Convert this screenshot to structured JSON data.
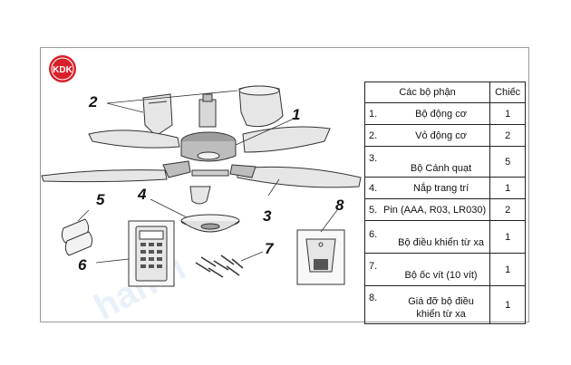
{
  "logo": {
    "text": "KDK"
  },
  "callouts": [
    "1",
    "2",
    "3",
    "4",
    "5",
    "6",
    "7",
    "8"
  ],
  "table": {
    "header_part": "Các bộ phận",
    "header_qty": "Chiếc",
    "rows": [
      {
        "num": "1.",
        "name": "Bộ động cơ",
        "qty": "1"
      },
      {
        "num": "2.",
        "name": "Vỏ động cơ",
        "qty": "2"
      },
      {
        "num": "3.",
        "name": "Bộ Cánh quạt",
        "qty": "5"
      },
      {
        "num": "4.",
        "name": "Nắp trang trí",
        "qty": "1"
      },
      {
        "num": "5.",
        "name": "Pin (AAA, R03, LR030)",
        "qty": "2"
      },
      {
        "num": "6.",
        "name": "Bộ điều khiển từ xa",
        "qty": "1"
      },
      {
        "num": "7.",
        "name": "Bộ ốc vít (10 vít)",
        "qty": "1"
      },
      {
        "num": "8.",
        "name": "Giá đỡ bộ điều khiển từ xa",
        "qty": "1"
      }
    ]
  },
  "colors": {
    "logo_red": "#d8202a",
    "outline": "#333333",
    "part_fill": "#e6e6e6"
  }
}
